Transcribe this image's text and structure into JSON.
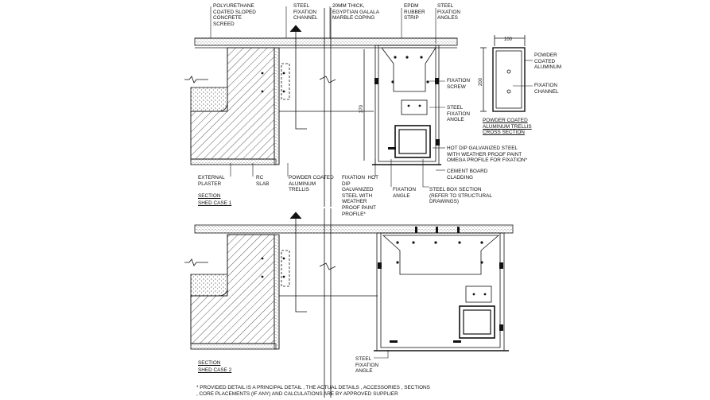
{
  "labels": {
    "polyurethane": "POLYURETHANE\nCOATED SLOPED\nCONCRETE\nSCREED",
    "steel_channel": "STEEL\nFIXATION\nCHANNEL",
    "marble": "20mm THICK,\nEGYPTIAN GALALA\nMARBLE COPING",
    "epdm": "EPDM\nRUBBER\nSTRIP",
    "steel_angles": "STEEL\nFIXATION\nANGLES",
    "fixation_screw": "FIXATION\nSCREW",
    "steel_angle_mid": "STEEL\nFIXATION\nANGLE",
    "hot_dip_right": "HOT DIP GALVANIZED STEEL\nWITH WEATHER PROOF PAINT\nOMEGA PROFILE FOR FIXATION*",
    "cement_board": "CEMENT BOARD\nCLADDING",
    "steel_box": "STEEL BOX SECTION\n(REFER TO STRUCTURAL\nDRAWINGS)",
    "fixation_angle": "FIXATION\nANGLE",
    "fixation_hot": "FIXATION  HOT\nDIP\nGALVANIZED\nSTEEL WITH\nWEATHER\nPROOF PAINT\nPROFILE*",
    "powder_trellis": "POWDER COATED\nALUMINUM\nTRELLIS",
    "rc_slab": "RC\nSLAB",
    "external_plaster": "EXTERNAL\nPLASTER",
    "powder_coated_al": "POWDER\nCOATED\nALUMINUM",
    "fixation_channel": "FIXATION\nCHANNEL",
    "steel_angle_bottom": "STEEL\nFIXATION\nANGLE"
  },
  "dimensions": {
    "width_100": "100",
    "height_200": "200",
    "height_370": "370"
  },
  "titles": {
    "section1_a": "SECTION",
    "section1_b": "SHED CASE 1",
    "section2_a": "SECTION",
    "section2_b": "SHED CASE 2",
    "cross_section": "POWDER COATED\nALUMINUM TRELLIS\nCROSS SECTION"
  },
  "note": "* PROVIDED DETAIL IS A PRINCIPAL DETAIL , THE ACTUAL DETAILS , ACCESSORIES , SECTIONS\n, CORE PLACEMENTS (IF ANY) AND CALCULATIONS ARE BY APPROVED SUPPLIER",
  "colors": {
    "line": "#111111",
    "hatch": "#333333",
    "ink": "#111111"
  }
}
